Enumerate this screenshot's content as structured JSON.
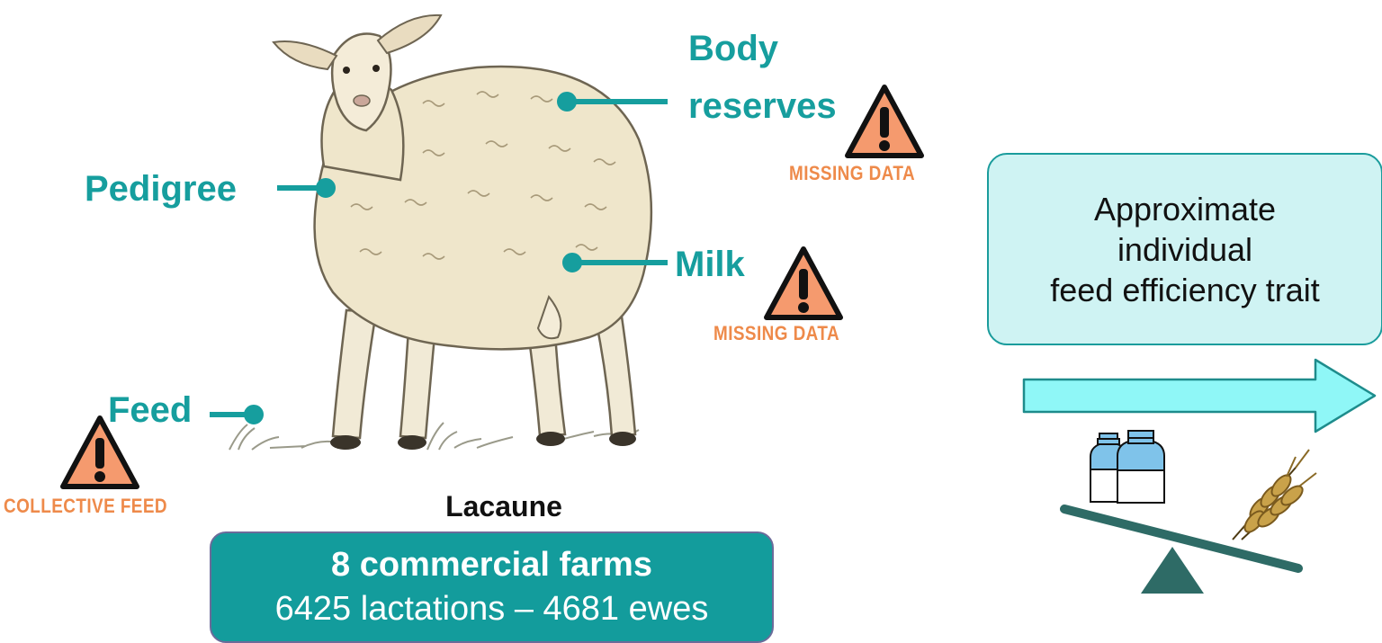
{
  "labels": {
    "body_line1": "Body",
    "body_line2": "reserves",
    "pedigree": "Pedigree",
    "milk": "Milk",
    "feed": "Feed"
  },
  "warnings": {
    "body": "MISSING DATA",
    "milk": "MISSING DATA",
    "feed": "COLLECTIVE FEED"
  },
  "breed": "Lacaune",
  "farms": {
    "title": "8 commercial farms",
    "detail": "6425 lactations – 4681 ewes"
  },
  "trait": {
    "line1": "Approximate",
    "line2": "individual",
    "line3": "feed efficiency trait"
  },
  "colors": {
    "teal": "#169e9e",
    "warning_orange": "#ee8a4a",
    "arrow_fill": "#8ff7f7",
    "balance": "#2e6b66"
  },
  "icons": [
    "sheep-illustration",
    "warning-icon",
    "arrow-right-icon",
    "milk-bottles-icon",
    "wheat-icon",
    "balance-scale-icon"
  ]
}
